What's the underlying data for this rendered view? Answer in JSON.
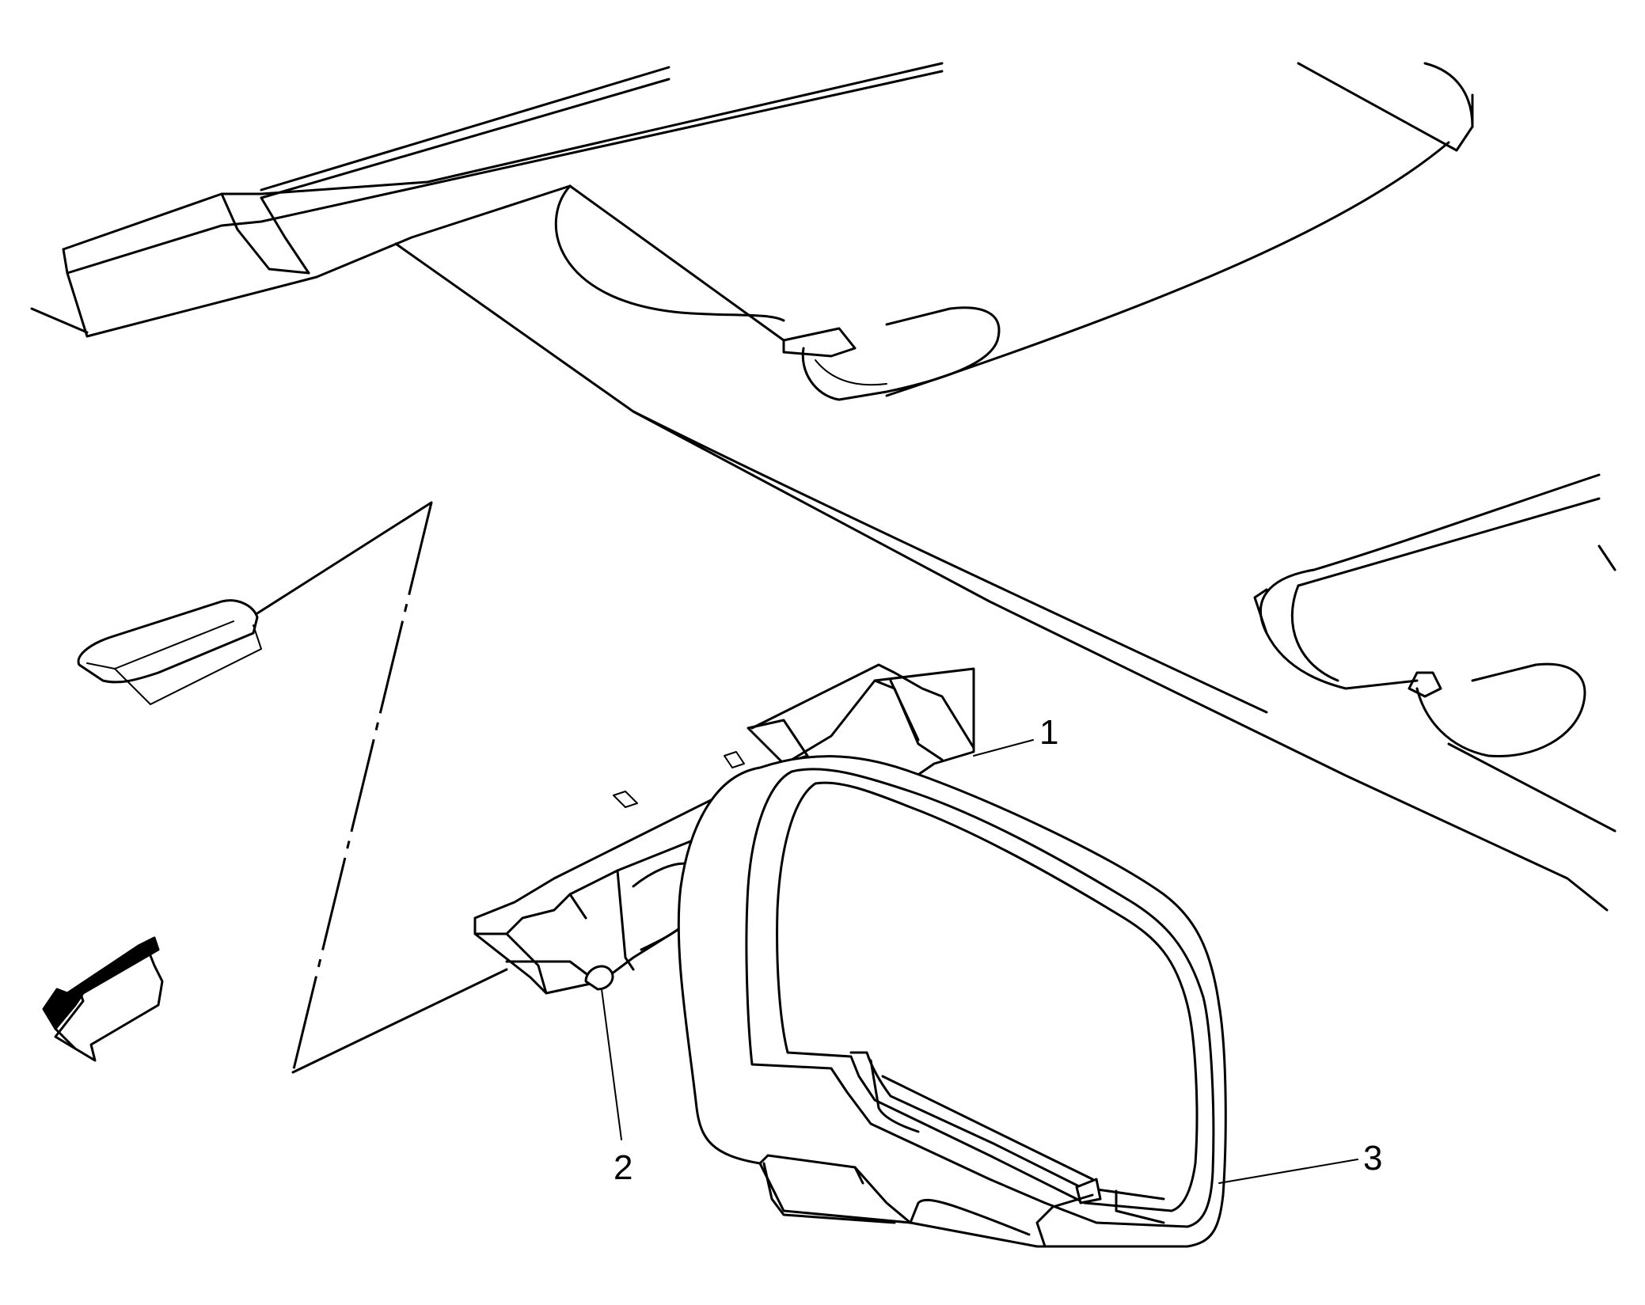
{
  "diagram": {
    "callouts": [
      {
        "id": "1",
        "label": "1"
      },
      {
        "id": "2",
        "label": "2"
      },
      {
        "id": "3",
        "label": "3"
      }
    ],
    "icons": [
      "view-direction-arrow-icon"
    ]
  }
}
